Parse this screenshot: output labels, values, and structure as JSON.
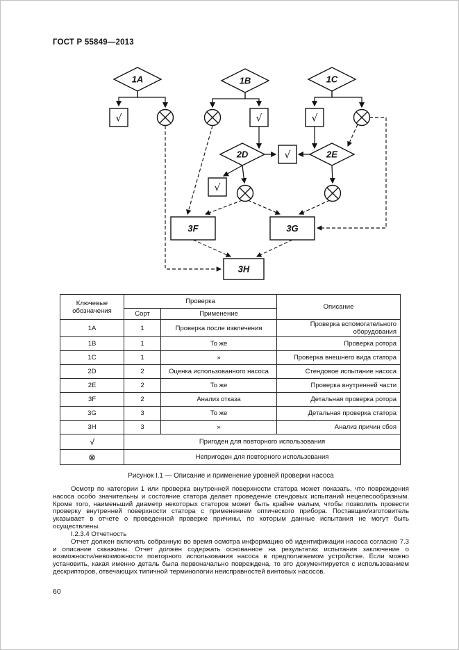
{
  "page": {
    "doc_number": "ГОСТ Р 55849—2013",
    "page_number": "60"
  },
  "figure": {
    "caption": "Рисунок I.1 — Описание и применение уровней проверки насоса",
    "nodes": {
      "n1a": "1A",
      "n1b": "1B",
      "n1c": "1C",
      "n2d": "2D",
      "n2e": "2E",
      "n3f": "3F",
      "n3g": "3G",
      "n3h": "3H"
    },
    "symbols": {
      "check": "√",
      "reject": "⊗"
    }
  },
  "table": {
    "header": {
      "key": "Ключевые обозначения",
      "check": "Проверка",
      "sort": "Сорт",
      "app": "Применение",
      "desc": "Описание"
    },
    "rows": [
      {
        "key": "1A",
        "sort": "1",
        "app": "Проверка после извлечения",
        "desc": "Проверка вспомогательного оборудования"
      },
      {
        "key": "1B",
        "sort": "1",
        "app": "То же",
        "desc": "Проверка ротора"
      },
      {
        "key": "1C",
        "sort": "1",
        "app": "»",
        "desc": "Проверка внешнего вида статора"
      },
      {
        "key": "2D",
        "sort": "2",
        "app": "Оценка использованного насоса",
        "desc": "Стендовое испытание насоса"
      },
      {
        "key": "2E",
        "sort": "2",
        "app": "То же",
        "desc": "Проверка внутренней части"
      },
      {
        "key": "3F",
        "sort": "2",
        "app": "Анализ отказа",
        "desc": "Детальная проверка ротора"
      },
      {
        "key": "3G",
        "sort": "3",
        "app": "То же",
        "desc": "Детальная проверка статора"
      },
      {
        "key": "3H",
        "sort": "3",
        "app": "»",
        "desc": "Анализ причин сбоя"
      }
    ],
    "footer": [
      {
        "symbol": "√",
        "text": "Пригоден для повторного использования"
      },
      {
        "symbol": "⊗",
        "text": "Непригоден для повторного использования"
      }
    ]
  },
  "body": {
    "para1": "Осмотр по категории 1 или проверка внутренней поверхности статора может показать, что повреждения насоса особо значительны и состояние статора делает проведение стендовых испытаний нецелесообразным. Кроме того, наименьший диаметр некоторых статоров может быть крайне малым, чтобы позволить провести проверку внутренней поверхности статора с применением оптического прибора. Поставщик/изготовитель указывает в отчете о проведенной проверке причины, по которым данные испытания не могут быть осуществлены.",
    "heading": "I.2.3.4 Отчетность",
    "para2": "Отчет должен включать собранную во время осмотра информацию об идентификации насоса согласно 7.3 и описание скважины. Отчет должен содержать основанное на результатах испытания заключение о возможности/невозможности повторного использования насоса в предполагаемом устройстве. Если можно установить, какая именно деталь была первоначально повреждена, то это документируется с использованием дескрипторов, отвечающих типичной терминологии неисправностей винтовых насосов."
  }
}
